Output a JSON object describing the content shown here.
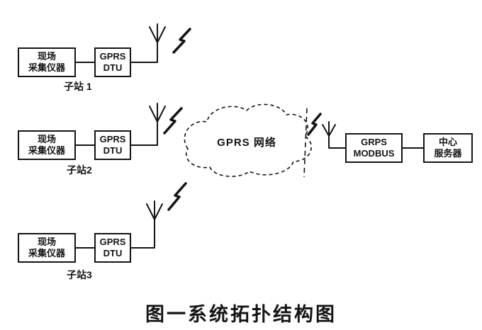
{
  "colors": {
    "ink": "#141414",
    "background": "#ffffff"
  },
  "caption": "图一系统拓扑结构图",
  "cloud": {
    "label": "GPRS 网络"
  },
  "substations": [
    {
      "device": "现场\n采集仪器",
      "dtu": "GPRS\nDTU",
      "label": "子站 1"
    },
    {
      "device": "现场\n采集仪器",
      "dtu": "GPRS\nDTU",
      "label": "子站2"
    },
    {
      "device": "现场\n采集仪器",
      "dtu": "GPRS\nDTU",
      "label": "子站3"
    }
  ],
  "center": {
    "modbus": "GRPS\nMODBUS",
    "server": "中心\n服务器"
  }
}
